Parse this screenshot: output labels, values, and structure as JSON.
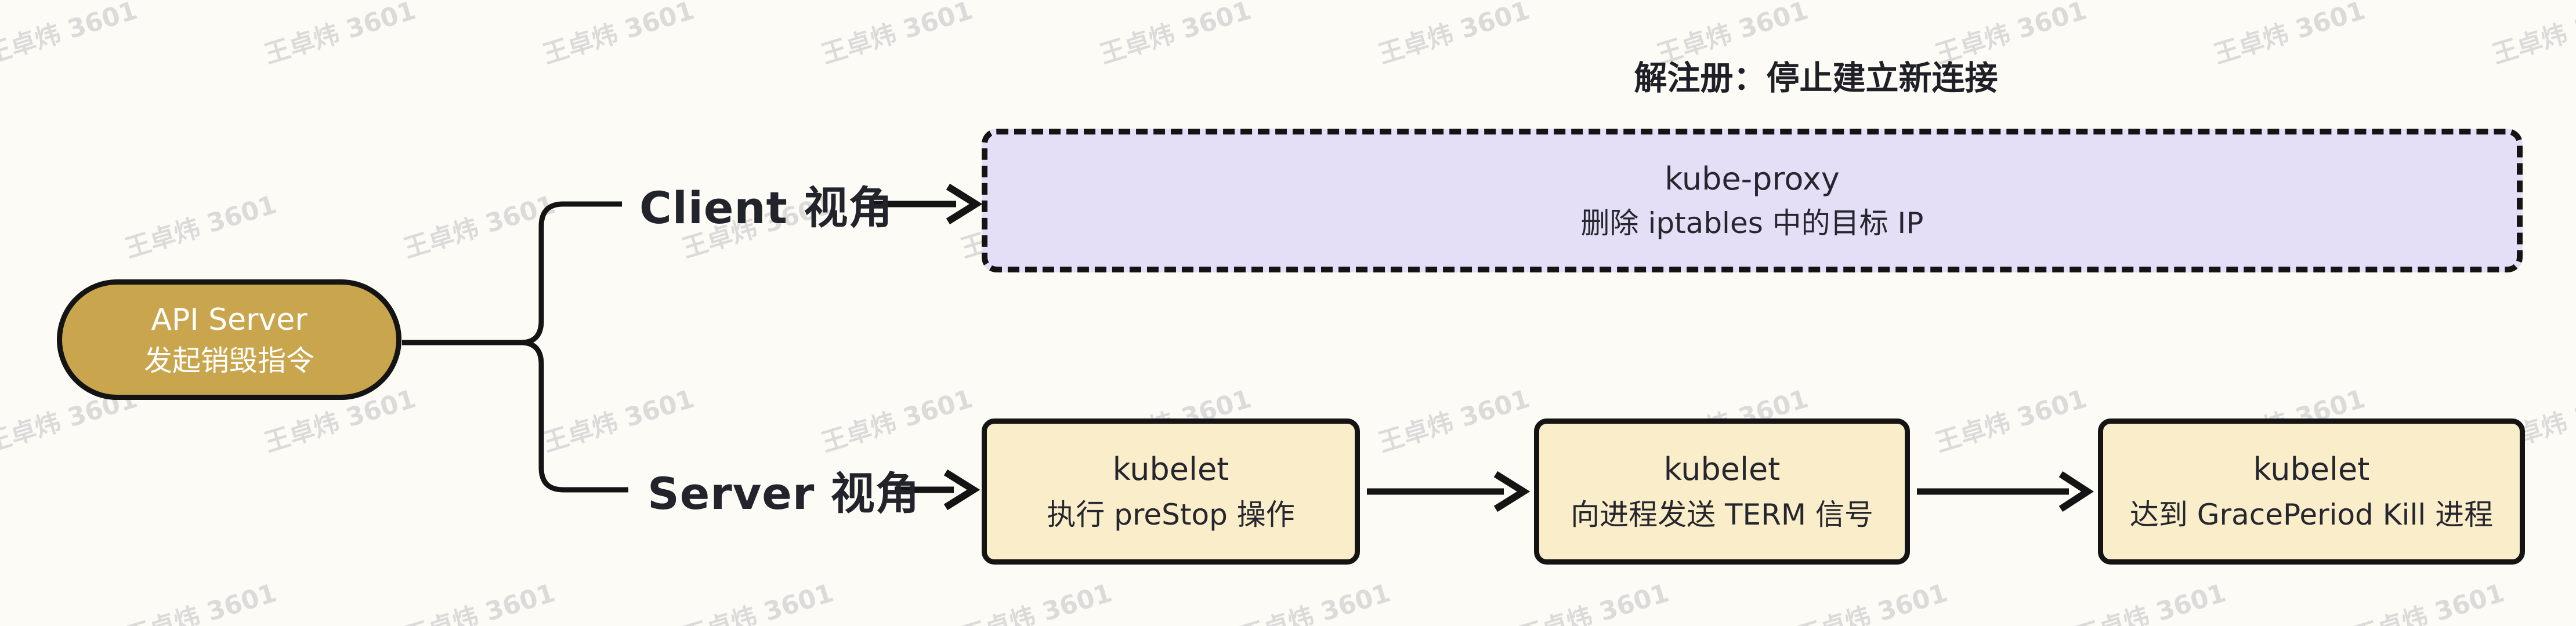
{
  "watermark": {
    "text": "王卓炜 3601"
  },
  "root_node": {
    "line1": "API Server",
    "line2": "发起销毁指令"
  },
  "branches": {
    "client": {
      "label": "Client 视角"
    },
    "server": {
      "label": "Server 视角"
    }
  },
  "client_view": {
    "annotation": "解注册：停止建立新连接",
    "box": {
      "line1": "kube-proxy",
      "line2": "删除 iptables 中的目标 IP"
    }
  },
  "server_view": {
    "steps": [
      {
        "line1": "kubelet",
        "line2": "执行 preStop 操作"
      },
      {
        "line1": "kubelet",
        "line2": "向进程发送 TERM 信号"
      },
      {
        "line1": "kubelet",
        "line2": "达到 GracePeriod Kill 进程"
      }
    ]
  },
  "colors": {
    "bg": "#fcfbf6",
    "ink": "#141414",
    "gold": "#c9a64e",
    "cream": "#faeeca",
    "lavender": "#e5def7",
    "text-dark": "#26262e",
    "watermark": "#9a9a9e"
  }
}
